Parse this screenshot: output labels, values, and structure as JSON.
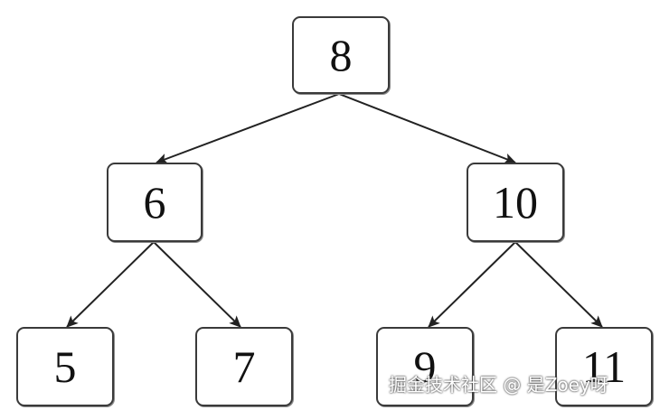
{
  "diagram": {
    "type": "binary-search-tree",
    "nodes": [
      {
        "id": "n8",
        "value": "8"
      },
      {
        "id": "n6",
        "value": "6"
      },
      {
        "id": "n10",
        "value": "10"
      },
      {
        "id": "n5",
        "value": "5"
      },
      {
        "id": "n7",
        "value": "7"
      },
      {
        "id": "n9",
        "value": "9"
      },
      {
        "id": "n11",
        "value": "11"
      }
    ],
    "edges": [
      {
        "from": "n8",
        "to": "n6"
      },
      {
        "from": "n8",
        "to": "n10"
      },
      {
        "from": "n6",
        "to": "n5"
      },
      {
        "from": "n6",
        "to": "n7"
      },
      {
        "from": "n10",
        "to": "n9"
      },
      {
        "from": "n10",
        "to": "n11"
      }
    ]
  },
  "watermark": {
    "text": "掘金技术社区 @ 是Zoey呀"
  },
  "colors": {
    "border": "#3a3a3a",
    "edge": "#222222",
    "text": "#111111"
  }
}
